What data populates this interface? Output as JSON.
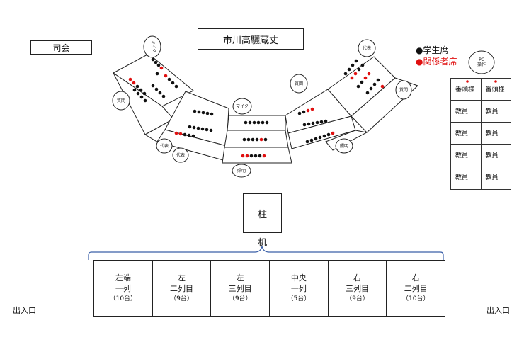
{
  "title": "市川高驪蔵丈",
  "mc": "司会",
  "legend": {
    "student": "●学生席",
    "staff": "●関係者席"
  },
  "colors": {
    "student": "#111111",
    "staff": "#e01010"
  },
  "pc_label": [
    "PC",
    "操作"
  ],
  "pc_table": [
    [
      "番頭様",
      "番頭様"
    ],
    [
      "教員",
      "教員"
    ],
    [
      "教員",
      "教員"
    ],
    [
      "教員",
      "教員"
    ],
    [
      "教員",
      "教員"
    ],
    [
      "",
      ""
    ]
  ],
  "pillar": "柱",
  "desk": "机",
  "exits": {
    "left": "出入口",
    "right": "出入口"
  },
  "front_rows": [
    {
      "l1": "左端",
      "l2": "一列",
      "count": "（10台）"
    },
    {
      "l1": "左",
      "l2": "二列目",
      "count": "（9台）"
    },
    {
      "l1": "左",
      "l2": "三列目",
      "count": "（9台）"
    },
    {
      "l1": "中央",
      "l2": "一列",
      "count": "（5台）"
    },
    {
      "l1": "右",
      "l2": "三列目",
      "count": "（9台）"
    },
    {
      "l1": "右",
      "l2": "二列目",
      "count": "（10台）"
    }
  ],
  "callouts": {
    "mic_left": "マイク",
    "question_left": "質問",
    "mic_center": "マイク",
    "rep_left": "代表",
    "rep_left2": "代表",
    "lighting_center": "照明",
    "question_right": "質問",
    "rep_right": "代表",
    "question_right2": "質問",
    "lighting_right": "照明"
  }
}
